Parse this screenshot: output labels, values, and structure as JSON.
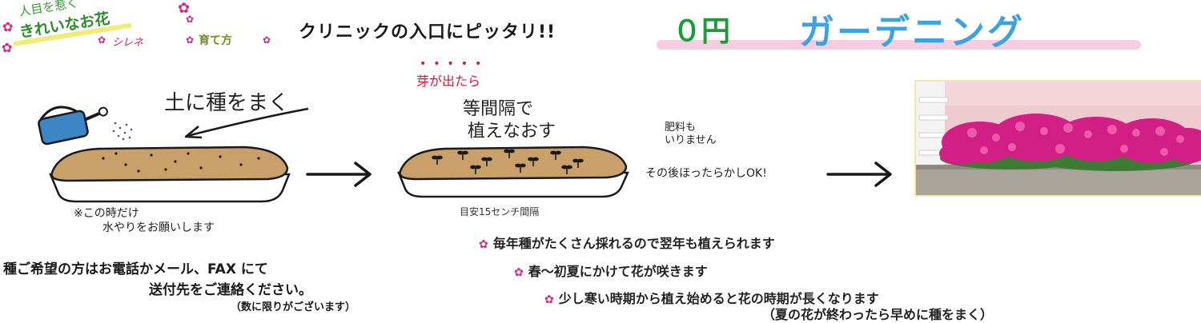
{
  "badge": {
    "line1": "人目を惹く",
    "line2": "きれいなお花",
    "plant_name": "シレネ",
    "grow_label": "育て方"
  },
  "header": {
    "subtitle": "クリニックの入口にピッタリ!!",
    "title_yen": "０円",
    "title_main": "ガーデニング"
  },
  "steps": {
    "step1_label": "土に種をまく",
    "step1_note_line1": "※この時だけ",
    "step1_note_line2": "水やりをお願いします",
    "step2_dots": "•••••",
    "step2_pre": "芽が出たら",
    "step2_line1": "等間隔で",
    "step2_line2": "植えなおす",
    "step2_spacing": "目安15センチ間隔",
    "no_fert_line1": "肥料も",
    "no_fert_line2": "いりません",
    "leave_it": "その後ほったらかしOK!"
  },
  "contact": {
    "line1": "種ご希望の方はお電話かメール、FAX にて",
    "line2": "送付先をご連絡ください。",
    "limit": "（数に限りがございます）"
  },
  "tips": {
    "tip1": "毎年種がたくさん採れるので翌年も植えられます",
    "tip2": "春～初夏にかけて花が咲きます",
    "tip3": "少し寒い時期から植え始めると花の時期が長くなります",
    "tip3_note": "（夏の花が終わったら早めに種をまく）"
  },
  "colors": {
    "pink": "#d6287e",
    "title_blue": "#3ea2df",
    "yen_green": "#1c9a3c",
    "soil": "#c9a06a",
    "sprout_red": "#c9203a",
    "highlight_pink": "#f8cde0"
  },
  "icons": {
    "watering_can": "watering-can-icon",
    "flower": "flower-icon",
    "arrow": "arrow-right-icon"
  }
}
